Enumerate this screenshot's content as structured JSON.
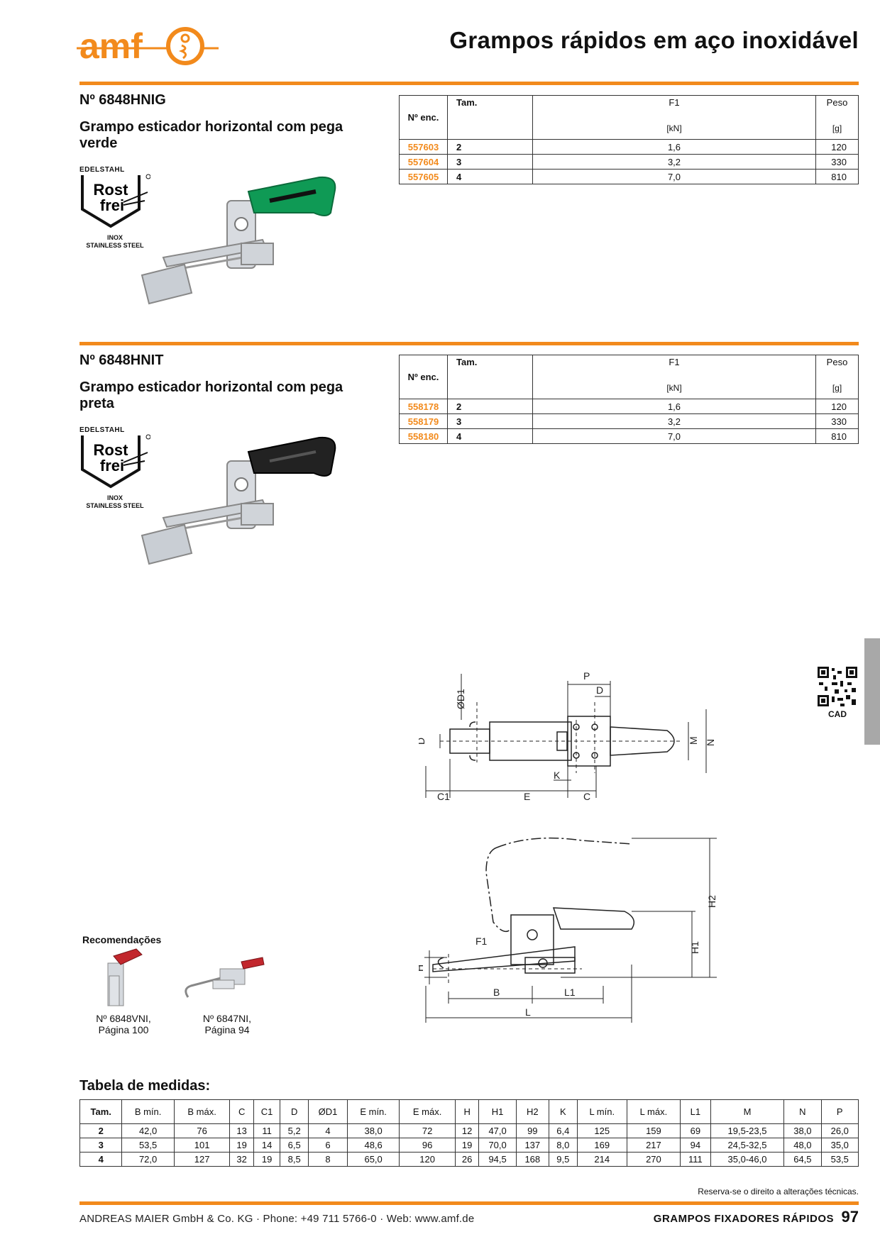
{
  "header": {
    "logo_text": "amf",
    "title": "Grampos rápidos em aço inoxidável"
  },
  "badge": {
    "top": "EDELSTAHL",
    "word1": "Rost",
    "word2": "frei",
    "inox": "INOX",
    "stainless": "STAINLESS STEEL"
  },
  "table_headers": {
    "no": "Nº enc.",
    "tam": "Tam.",
    "f1": "F1",
    "f1_unit": "[kN]",
    "peso": "Peso",
    "peso_unit": "[g]"
  },
  "products": [
    {
      "number": "Nº 6848HNIG",
      "description": "Grampo esticador horizontal com pega verde",
      "handle_color": "#0f9a55",
      "rows": [
        {
          "order": "557603",
          "tam": "2",
          "f1": "1,6",
          "peso": "120"
        },
        {
          "order": "557604",
          "tam": "3",
          "f1": "3,2",
          "peso": "330"
        },
        {
          "order": "557605",
          "tam": "4",
          "f1": "7,0",
          "peso": "810"
        }
      ]
    },
    {
      "number": "Nº 6848HNIT",
      "description": "Grampo esticador horizontal com pega preta",
      "handle_color": "#222222",
      "rows": [
        {
          "order": "558178",
          "tam": "2",
          "f1": "1,6",
          "peso": "120"
        },
        {
          "order": "558179",
          "tam": "3",
          "f1": "3,2",
          "peso": "330"
        },
        {
          "order": "558180",
          "tam": "4",
          "f1": "7,0",
          "peso": "810"
        }
      ]
    }
  ],
  "drawing_labels": {
    "P": "P",
    "D": "D",
    "D1": "ØD1",
    "M": "M",
    "N": "N",
    "K": "K",
    "C1": "C1",
    "E": "E",
    "C": "C",
    "H2": "H2",
    "H1": "H1",
    "F1": "F1",
    "H": "H",
    "B": "B",
    "L1": "L1",
    "L": "L"
  },
  "cad_label": "CAD",
  "recommendations": {
    "title": "Recomendações",
    "items": [
      {
        "line1": "Nº 6848VNI,",
        "line2": "Página 100"
      },
      {
        "line1": "Nº 6847NI,",
        "line2": "Página 94"
      }
    ]
  },
  "dimension_table": {
    "title": "Tabela de medidas:",
    "headers": [
      "Tam.",
      "B mín.",
      "B máx.",
      "C",
      "C1",
      "D",
      "ØD1",
      "E mín.",
      "E máx.",
      "H",
      "H1",
      "H2",
      "K",
      "L mín.",
      "L máx.",
      "L1",
      "M",
      "N",
      "P"
    ],
    "rows": [
      [
        "2",
        "42,0",
        "76",
        "13",
        "11",
        "5,2",
        "4",
        "38,0",
        "72",
        "12",
        "47,0",
        "99",
        "6,4",
        "125",
        "159",
        "69",
        "19,5-23,5",
        "38,0",
        "26,0"
      ],
      [
        "3",
        "53,5",
        "101",
        "19",
        "14",
        "6,5",
        "6",
        "48,6",
        "96",
        "19",
        "70,0",
        "137",
        "8,0",
        "169",
        "217",
        "94",
        "24,5-32,5",
        "48,0",
        "35,0"
      ],
      [
        "4",
        "72,0",
        "127",
        "32",
        "19",
        "8,5",
        "8",
        "65,0",
        "120",
        "26",
        "94,5",
        "168",
        "9,5",
        "214",
        "270",
        "111",
        "35,0-46,0",
        "64,5",
        "53,5"
      ]
    ]
  },
  "footer": {
    "disclaimer": "Reserva-se o direito a alterações técnicas.",
    "company": "ANDREAS MAIER GmbH & Co. KG · Phone: +49 711 5766-0 · Web: www.amf.de",
    "section": "GRAMPOS FIXADORES RÁPIDOS",
    "page": "97"
  },
  "colors": {
    "accent": "#f28a1c",
    "side_tab": "#a8a8a8"
  }
}
